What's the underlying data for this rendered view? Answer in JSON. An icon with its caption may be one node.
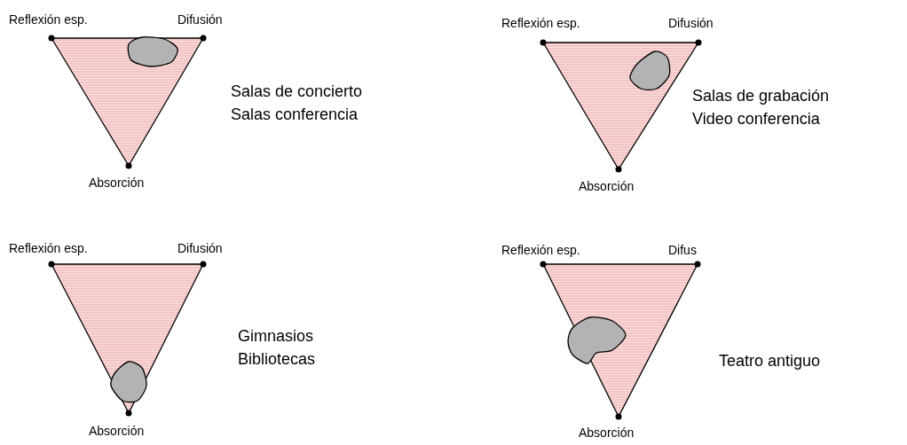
{
  "diagram": {
    "nodes": [
      {
        "text": [
          "Reflexión esp.",
          "Difusión",
          "Absorción"
        ],
        "beside": [
          "Salas de concierto",
          "Salas conferencia"
        ]
      },
      {
        "text": [
          "Reflexión esp.",
          "Difusión",
          "Absorción"
        ],
        "beside": [
          "Salas de grabación",
          "Video conferencia"
        ]
      },
      {
        "text": [
          "Reflexión esp.",
          "Difusión",
          "Absorción"
        ],
        "beside": [
          "Gimnasios",
          "Bibliotecas"
        ]
      },
      {
        "text": [
          "Reflexión esp.",
          "Difus",
          "Absorción"
        ],
        "beside": [
          "Teatro antiguo"
        ]
      }
    ]
  }
}
